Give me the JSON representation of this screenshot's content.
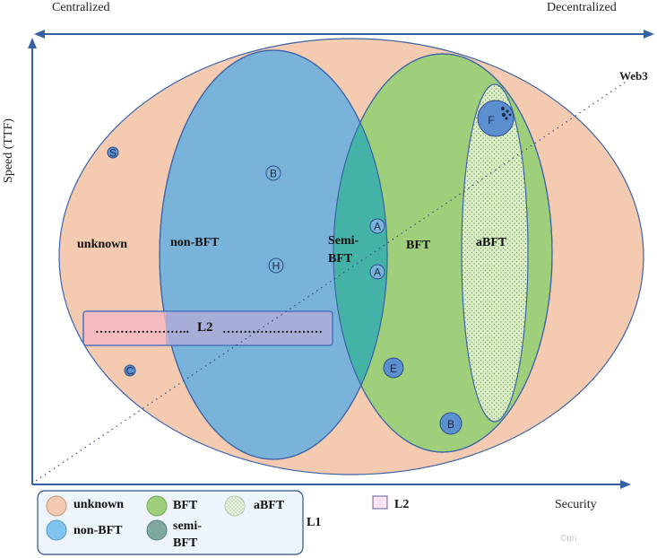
{
  "axes": {
    "top_left": "Centralized",
    "top_right": "Decentralized",
    "y_label": "Speed (TTF)",
    "x_label": "Security",
    "diagonal": "Web3"
  },
  "regions": {
    "unknown": "unknown",
    "non_bft": "non-BFT",
    "semi_bft_1": "Semi-",
    "semi_bft_2": "BFT",
    "bft": "BFT",
    "abft": "aBFT",
    "l2_left": "…………………..",
    "l2": "L2",
    "l2_right": "……………………"
  },
  "nodes": {
    "s": "S",
    "b1": "B",
    "h": "H",
    "c": "C",
    "a1": "A",
    "a2": "A",
    "e": "E",
    "b2": "B",
    "f": "F"
  },
  "legend": {
    "unknown": "unknown",
    "bft": "BFT",
    "abft": "aBFT",
    "non_bft": "non-BFT",
    "semi_bft_1": "semi-",
    "semi_bft_2": "BFT",
    "l1": "L1",
    "l2": "L2"
  },
  "watermark": "©qn",
  "colors": {
    "unknown": "#f4cbb0",
    "non_bft": "#7ab3d9",
    "bft": "#9fcf7a",
    "semi_bft": "#45b2a8",
    "abft": "#d8ecc4",
    "l2": "#f3b8c4",
    "axis": "#3561a4",
    "node": "#5b8fd0"
  }
}
